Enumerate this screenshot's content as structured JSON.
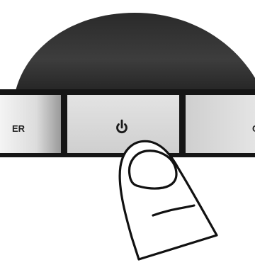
{
  "device": {
    "housing_color": "#333333",
    "panel_color": "#d6d6d6",
    "frame_color": "#1a1a1a"
  },
  "buttons": [
    {
      "id": "left-partial-button",
      "label": "ER"
    },
    {
      "id": "power-button",
      "icon": "power-icon"
    },
    {
      "id": "right-partial-button",
      "label": "C"
    }
  ],
  "finger": {
    "icon": "finger-pressing-icon",
    "stroke_color": "#111111"
  }
}
